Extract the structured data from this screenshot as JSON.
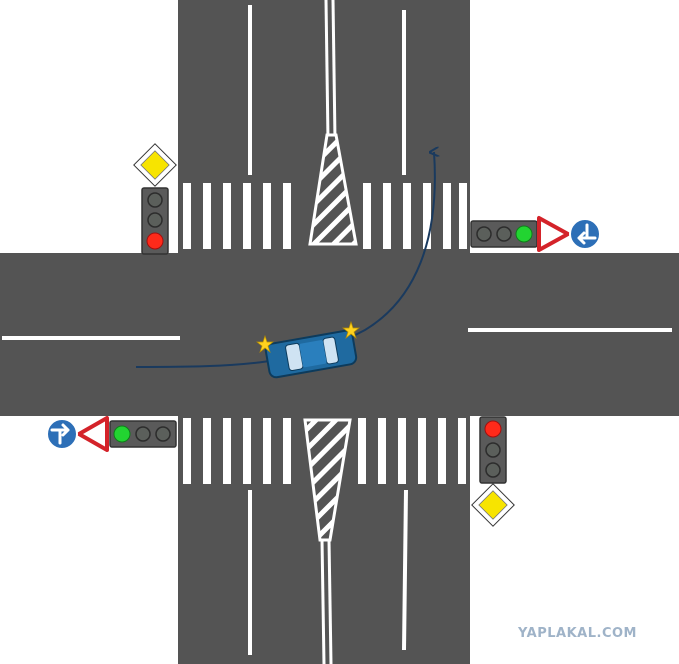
{
  "scene": {
    "description_type": "intersection-diagram",
    "colors": {
      "road": "#545454",
      "marking": "#ffffff",
      "car_body": "#1f6aa0",
      "car_outline": "#0d3b5c",
      "trajectory": "#1a3a5e",
      "signal_red": "#ff2a1a",
      "signal_green": "#22d431",
      "signal_off": "#5b5f5b",
      "priority_sign_fill": "#f7e400",
      "yield_sign_border": "#d4232a",
      "direction_sign_fill": "#2d6fb7",
      "flash": "#ffd21f"
    },
    "signals": {
      "north_west": {
        "lit": "red"
      },
      "east": {
        "lit": "green"
      },
      "west": {
        "lit": "green"
      },
      "south_east": {
        "lit": "red"
      }
    },
    "signs": {
      "priority_road": "priority-road-sign",
      "give_way": "give-way-sign",
      "direction": "direction-arrow-sign"
    },
    "maneuver": "left-turn-from-west-into-north",
    "watermark": "YAPLAKAL.COM"
  }
}
